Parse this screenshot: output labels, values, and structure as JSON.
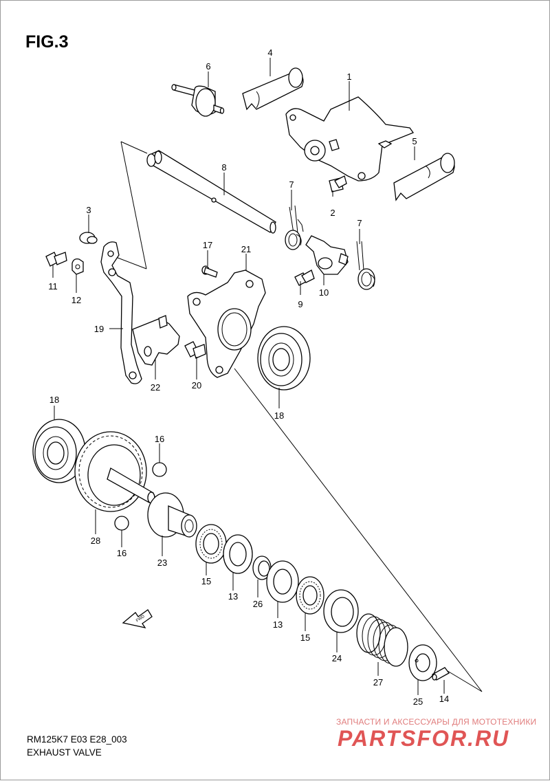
{
  "figure": {
    "label": "FIG.3",
    "model_code": "RM125K7 E03 E28_003",
    "title": "EXHAUST VALVE"
  },
  "fwd_label": "FWD",
  "watermark": {
    "line1": "ЗАПЧАСТИ И АКСЕССУАРЫ ДЛЯ МОТОТЕХНИКИ",
    "line2": "PARTSFOR.RU"
  },
  "callouts": {
    "c1": "1",
    "c2": "2",
    "c3": "3",
    "c4": "4",
    "c5": "5",
    "c6": "6",
    "c7a": "7",
    "c7b": "7",
    "c8": "8",
    "c9": "9",
    "c10": "10",
    "c11": "11",
    "c12": "12",
    "c13a": "13",
    "c13b": "13",
    "c14": "14",
    "c15a": "15",
    "c15b": "15",
    "c16a": "16",
    "c16b": "16",
    "c17": "17",
    "c18a": "18",
    "c18b": "18",
    "c19": "19",
    "c20": "20",
    "c21": "21",
    "c22": "22",
    "c23": "23",
    "c24": "24",
    "c25": "25",
    "c26": "26",
    "c27": "27",
    "c28": "28"
  }
}
